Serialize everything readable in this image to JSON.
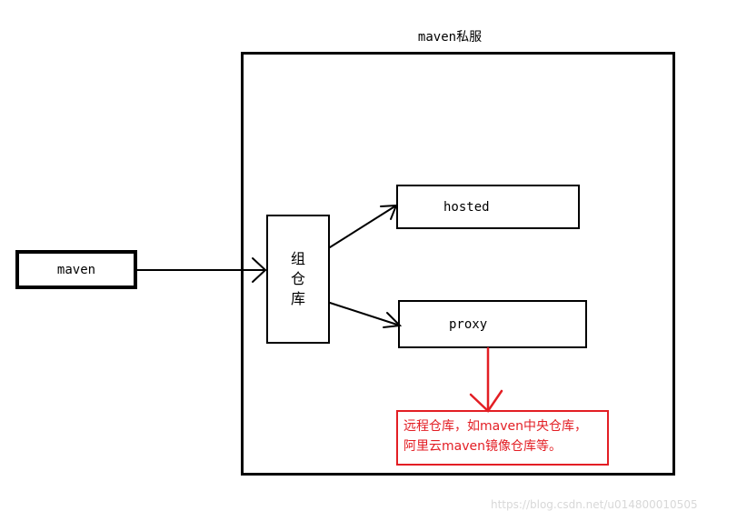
{
  "diagram": {
    "title": "maven私服",
    "client": {
      "label": "maven"
    },
    "group_repository": {
      "label": "组仓库"
    },
    "hosted_repository": {
      "label": "hosted"
    },
    "proxy_repository": {
      "label": "proxy"
    },
    "proxy_note": {
      "lines": [
        "远程仓库，如maven中央仓库，",
        "阿里云maven镜像仓库等。"
      ]
    },
    "watermark": "https://blog.csdn.net/u014800010505",
    "colors": {
      "stroke": "#000000",
      "annotation": "#e31e24",
      "background": "#ffffff"
    }
  }
}
